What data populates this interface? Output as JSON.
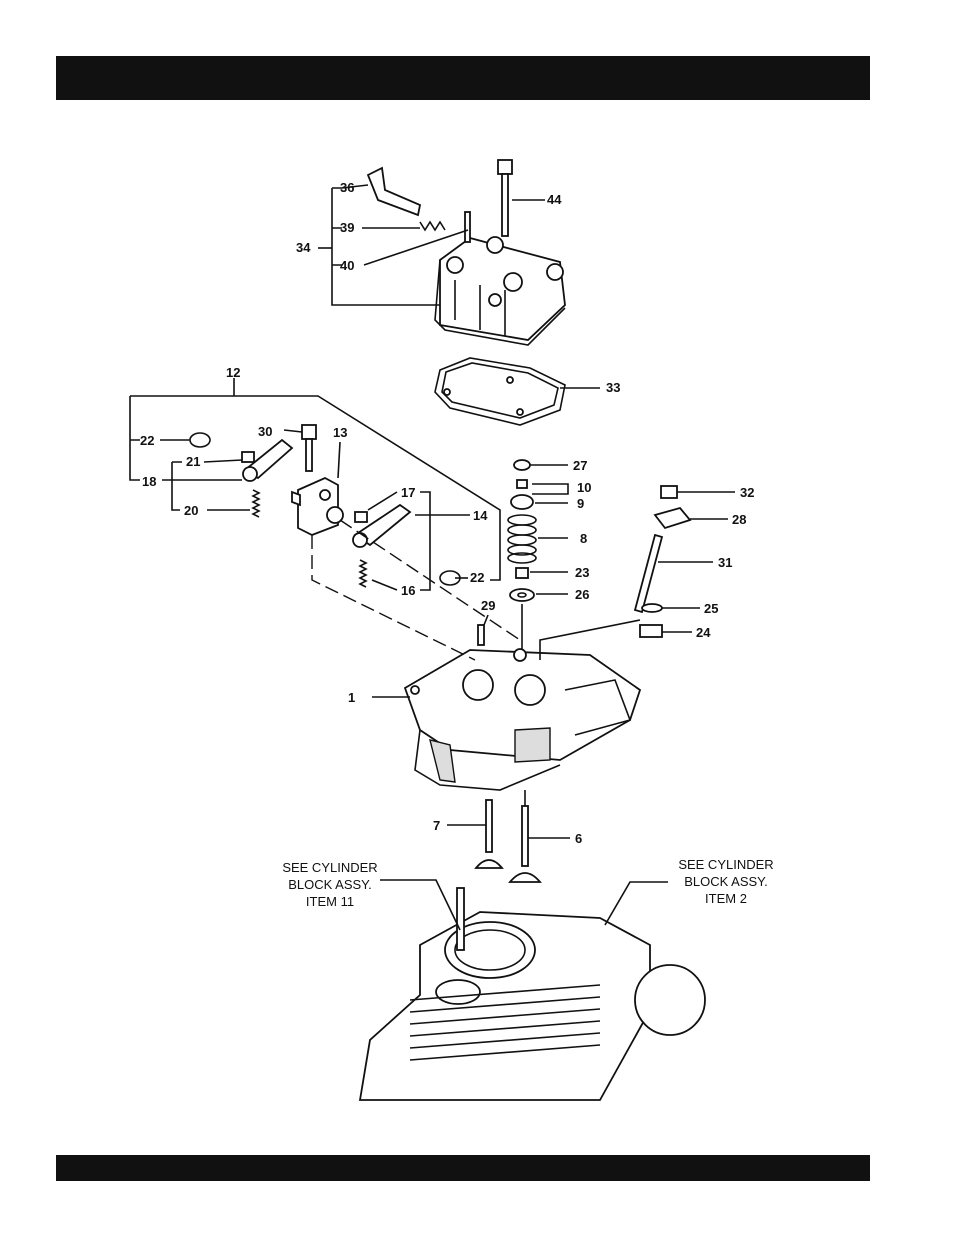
{
  "header": {
    "title": ""
  },
  "footer": {
    "text": ""
  },
  "callouts": {
    "c1": "1",
    "c6": "6",
    "c7": "7",
    "c8": "8",
    "c9": "9",
    "c10": "10",
    "c12": "12",
    "c13": "13",
    "c14": "14",
    "c16": "16",
    "c17": "17",
    "c18": "18",
    "c20": "20",
    "c21": "21",
    "c22a": "22",
    "c22b": "22",
    "c23": "23",
    "c24": "24",
    "c25": "25",
    "c26": "26",
    "c27": "27",
    "c28": "28",
    "c29": "29",
    "c30": "30",
    "c31": "31",
    "c32": "32",
    "c33": "33",
    "c34": "34",
    "c36": "36",
    "c39": "39",
    "c40": "40",
    "c44": "44"
  },
  "notes": {
    "left": {
      "line1": "SEE CYLINDER",
      "line2": "BLOCK ASSY.",
      "line3": "ITEM 11"
    },
    "right": {
      "line1": "SEE CYLINDER",
      "line2": "BLOCK ASSY.",
      "line3": "ITEM 2"
    }
  }
}
